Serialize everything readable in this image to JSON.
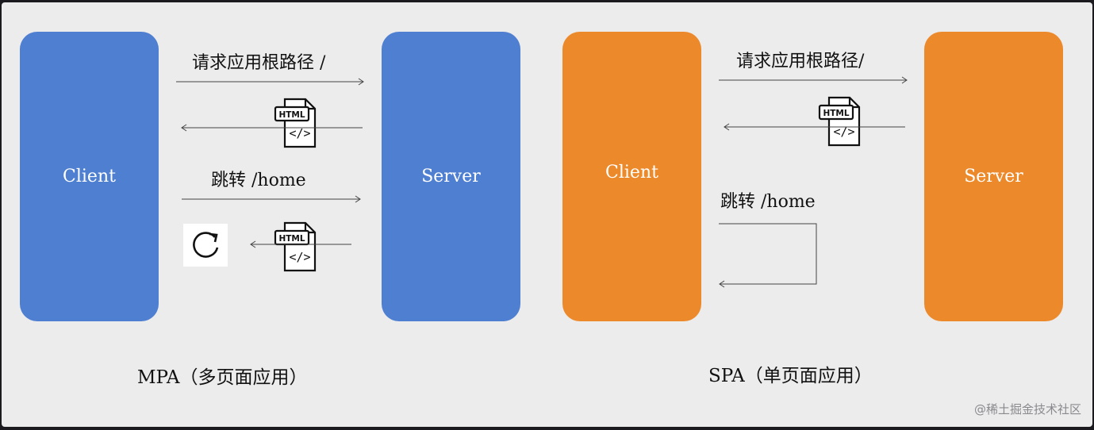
{
  "mpa": {
    "client_label": "Client",
    "server_label": "Server",
    "request_root_label": "请求应用根路径 /",
    "jump_label": "跳转 /home",
    "caption": "MPA（多页面应用）",
    "box_color": "#4f7fd1"
  },
  "spa": {
    "client_label": "Client",
    "server_label": "Server",
    "request_root_label": "请求应用根路径/",
    "jump_label": "跳转 /home",
    "caption": "SPA（单页面应用）",
    "box_color": "#ec8a2b"
  },
  "icons": {
    "html_file_text": "HTML",
    "html_file_code": "</>",
    "reload": "reload-icon"
  },
  "credit": "@稀土掘金技术社区"
}
